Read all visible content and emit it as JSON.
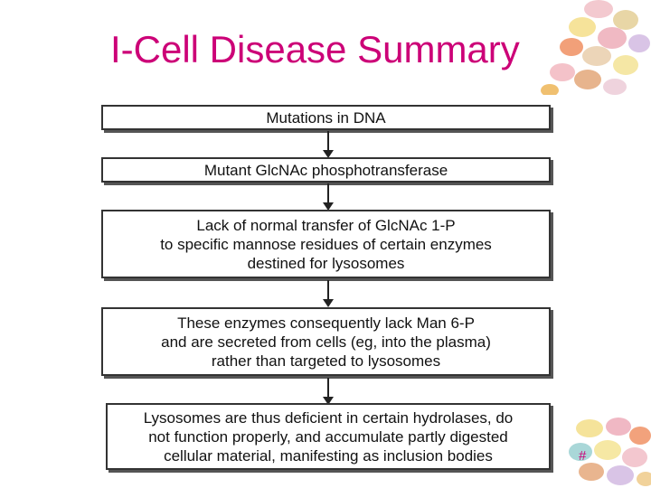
{
  "slide": {
    "title": "I-Cell Disease Summary",
    "slide_number": "#"
  },
  "flowchart": {
    "steps": [
      {
        "lines": [
          "Mutations in DNA"
        ]
      },
      {
        "lines": [
          "Mutant GlcNAc phosphotransferase"
        ]
      },
      {
        "lines": [
          "Lack of normal transfer of GlcNAc 1-P",
          "to specific mannose residues of certain enzymes",
          "destined for lysosomes"
        ]
      },
      {
        "lines": [
          "These enzymes consequently lack Man 6-P",
          "and are secreted from cells (eg, into the plasma)",
          "rather than targeted to lysosomes"
        ]
      },
      {
        "lines": [
          "Lysosomes are thus deficient in certain hydrolases, do",
          "not function properly, and accumulate partly digested",
          "cellular material, manifesting as inclusion bodies"
        ]
      }
    ]
  },
  "colors": {
    "title": "#cc0077",
    "box_border": "#333333",
    "arrow": "#222222"
  },
  "decorations": [
    "candy-eggs-image-top-right",
    "candy-eggs-image-bottom-right"
  ]
}
